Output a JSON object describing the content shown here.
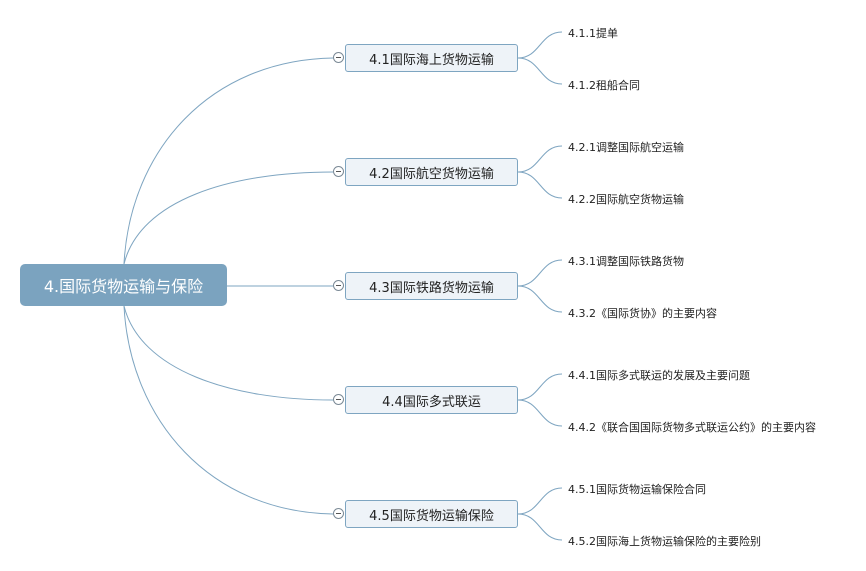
{
  "root": {
    "label": "4.国际货物运输与保险"
  },
  "topics": [
    {
      "label": "4.1国际海上货物运输",
      "children": [
        "4.1.1提单",
        "4.1.2租船合同"
      ]
    },
    {
      "label": "4.2国际航空货物运输",
      "children": [
        "4.2.1调整国际航空运输",
        "4.2.2国际航空货物运输"
      ]
    },
    {
      "label": "4.3国际铁路货物运输",
      "children": [
        "4.3.1调整国际铁路货物",
        "4.3.2《国际货协》的主要内容"
      ]
    },
    {
      "label": "4.4国际多式联运",
      "children": [
        "4.4.1国际多式联运的发展及主要问题",
        "4.4.2《联合国国际货物多式联运公约》的主要内容"
      ]
    },
    {
      "label": "4.5国际货物运输保险",
      "children": [
        "4.5.1国际货物运输保险合同",
        "4.5.2国际海上货物运输保险的主要险别"
      ]
    }
  ],
  "colors": {
    "root_bg": "#7ba3bf",
    "line": "#7ea5c1",
    "topic_bg": "#eef3f8"
  }
}
